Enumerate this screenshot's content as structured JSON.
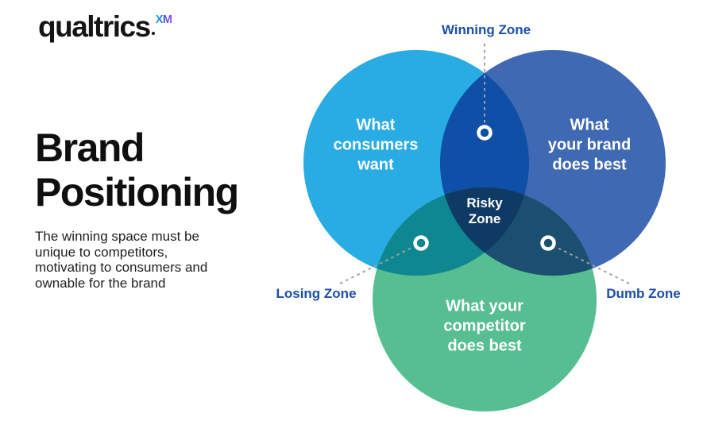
{
  "logo": {
    "brand": "qualtrics",
    "superscript": "XM",
    "superscript_gradient": [
      "#00B2E3",
      "#4753E6",
      "#8E4DF2"
    ],
    "wordmark_color": "#141414"
  },
  "intro": {
    "title": "Brand\nPositioning",
    "description": "The winning space must be\nunique to competitors,\nmotivating to consumers and\nownable for the brand"
  },
  "venn": {
    "circles": [
      {
        "name": "consumers",
        "label": "What\nconsumers\nwant",
        "color": "#29ACE3"
      },
      {
        "name": "brand",
        "label": "What\nyour brand\ndoes best",
        "color": "#3F6AB3"
      },
      {
        "name": "competitor",
        "label": "What your\ncompetitor\ndoes best",
        "color": "#57BE92"
      }
    ],
    "overlaps": {
      "consumers_brand": "#0F4FA8",
      "consumers_competitor": "#0E8791",
      "brand_competitor": "#1A4F6F",
      "center": "#0F3A63"
    },
    "zones": {
      "winning": "Winning Zone",
      "risky": "Risky\nZone",
      "losing": "Losing Zone",
      "dumb": "Dumb Zone"
    },
    "zone_label_color": "#1B4FA9",
    "leader_line_color": "#A0A0A0",
    "marker_color": "#FFFFFF"
  }
}
